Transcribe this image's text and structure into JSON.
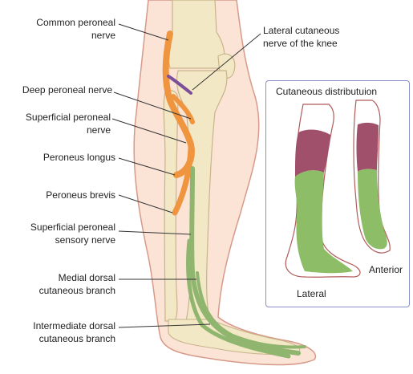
{
  "labels": {
    "common_peroneal": "Common peroneal\nnerve",
    "lateral_cutaneous_knee": "Lateral cutaneous\nnerve of the knee",
    "deep_peroneal": "Deep peroneal nerve",
    "superficial_peroneal": "Superficial peroneal\nnerve",
    "peroneus_longus": "Peroneus longus",
    "peroneus_brevis": "Peroneus brevis",
    "superficial_sensory": "Superficial peroneal\nsensory nerve",
    "medial_dorsal": "Medial dorsal\ncutaneous branch",
    "intermediate_dorsal": "Intermediate dorsal\ncutaneous branch"
  },
  "inset": {
    "title": "Cutaneous distributuion",
    "lateral": "Lateral",
    "anterior": "Anterior"
  },
  "colors": {
    "skin": "#fbe3d6",
    "skin_outline": "#d79a8a",
    "bone": "#f3e8c6",
    "bone_outline": "#c8b48a",
    "nerve": "#f0953f",
    "sensory": "#8fb56f",
    "purple_nerve": "#7d4f9a",
    "distribution_purple": "#a0506a",
    "distribution_green": "#8dbd67",
    "box_border": "#8a8fc8"
  }
}
